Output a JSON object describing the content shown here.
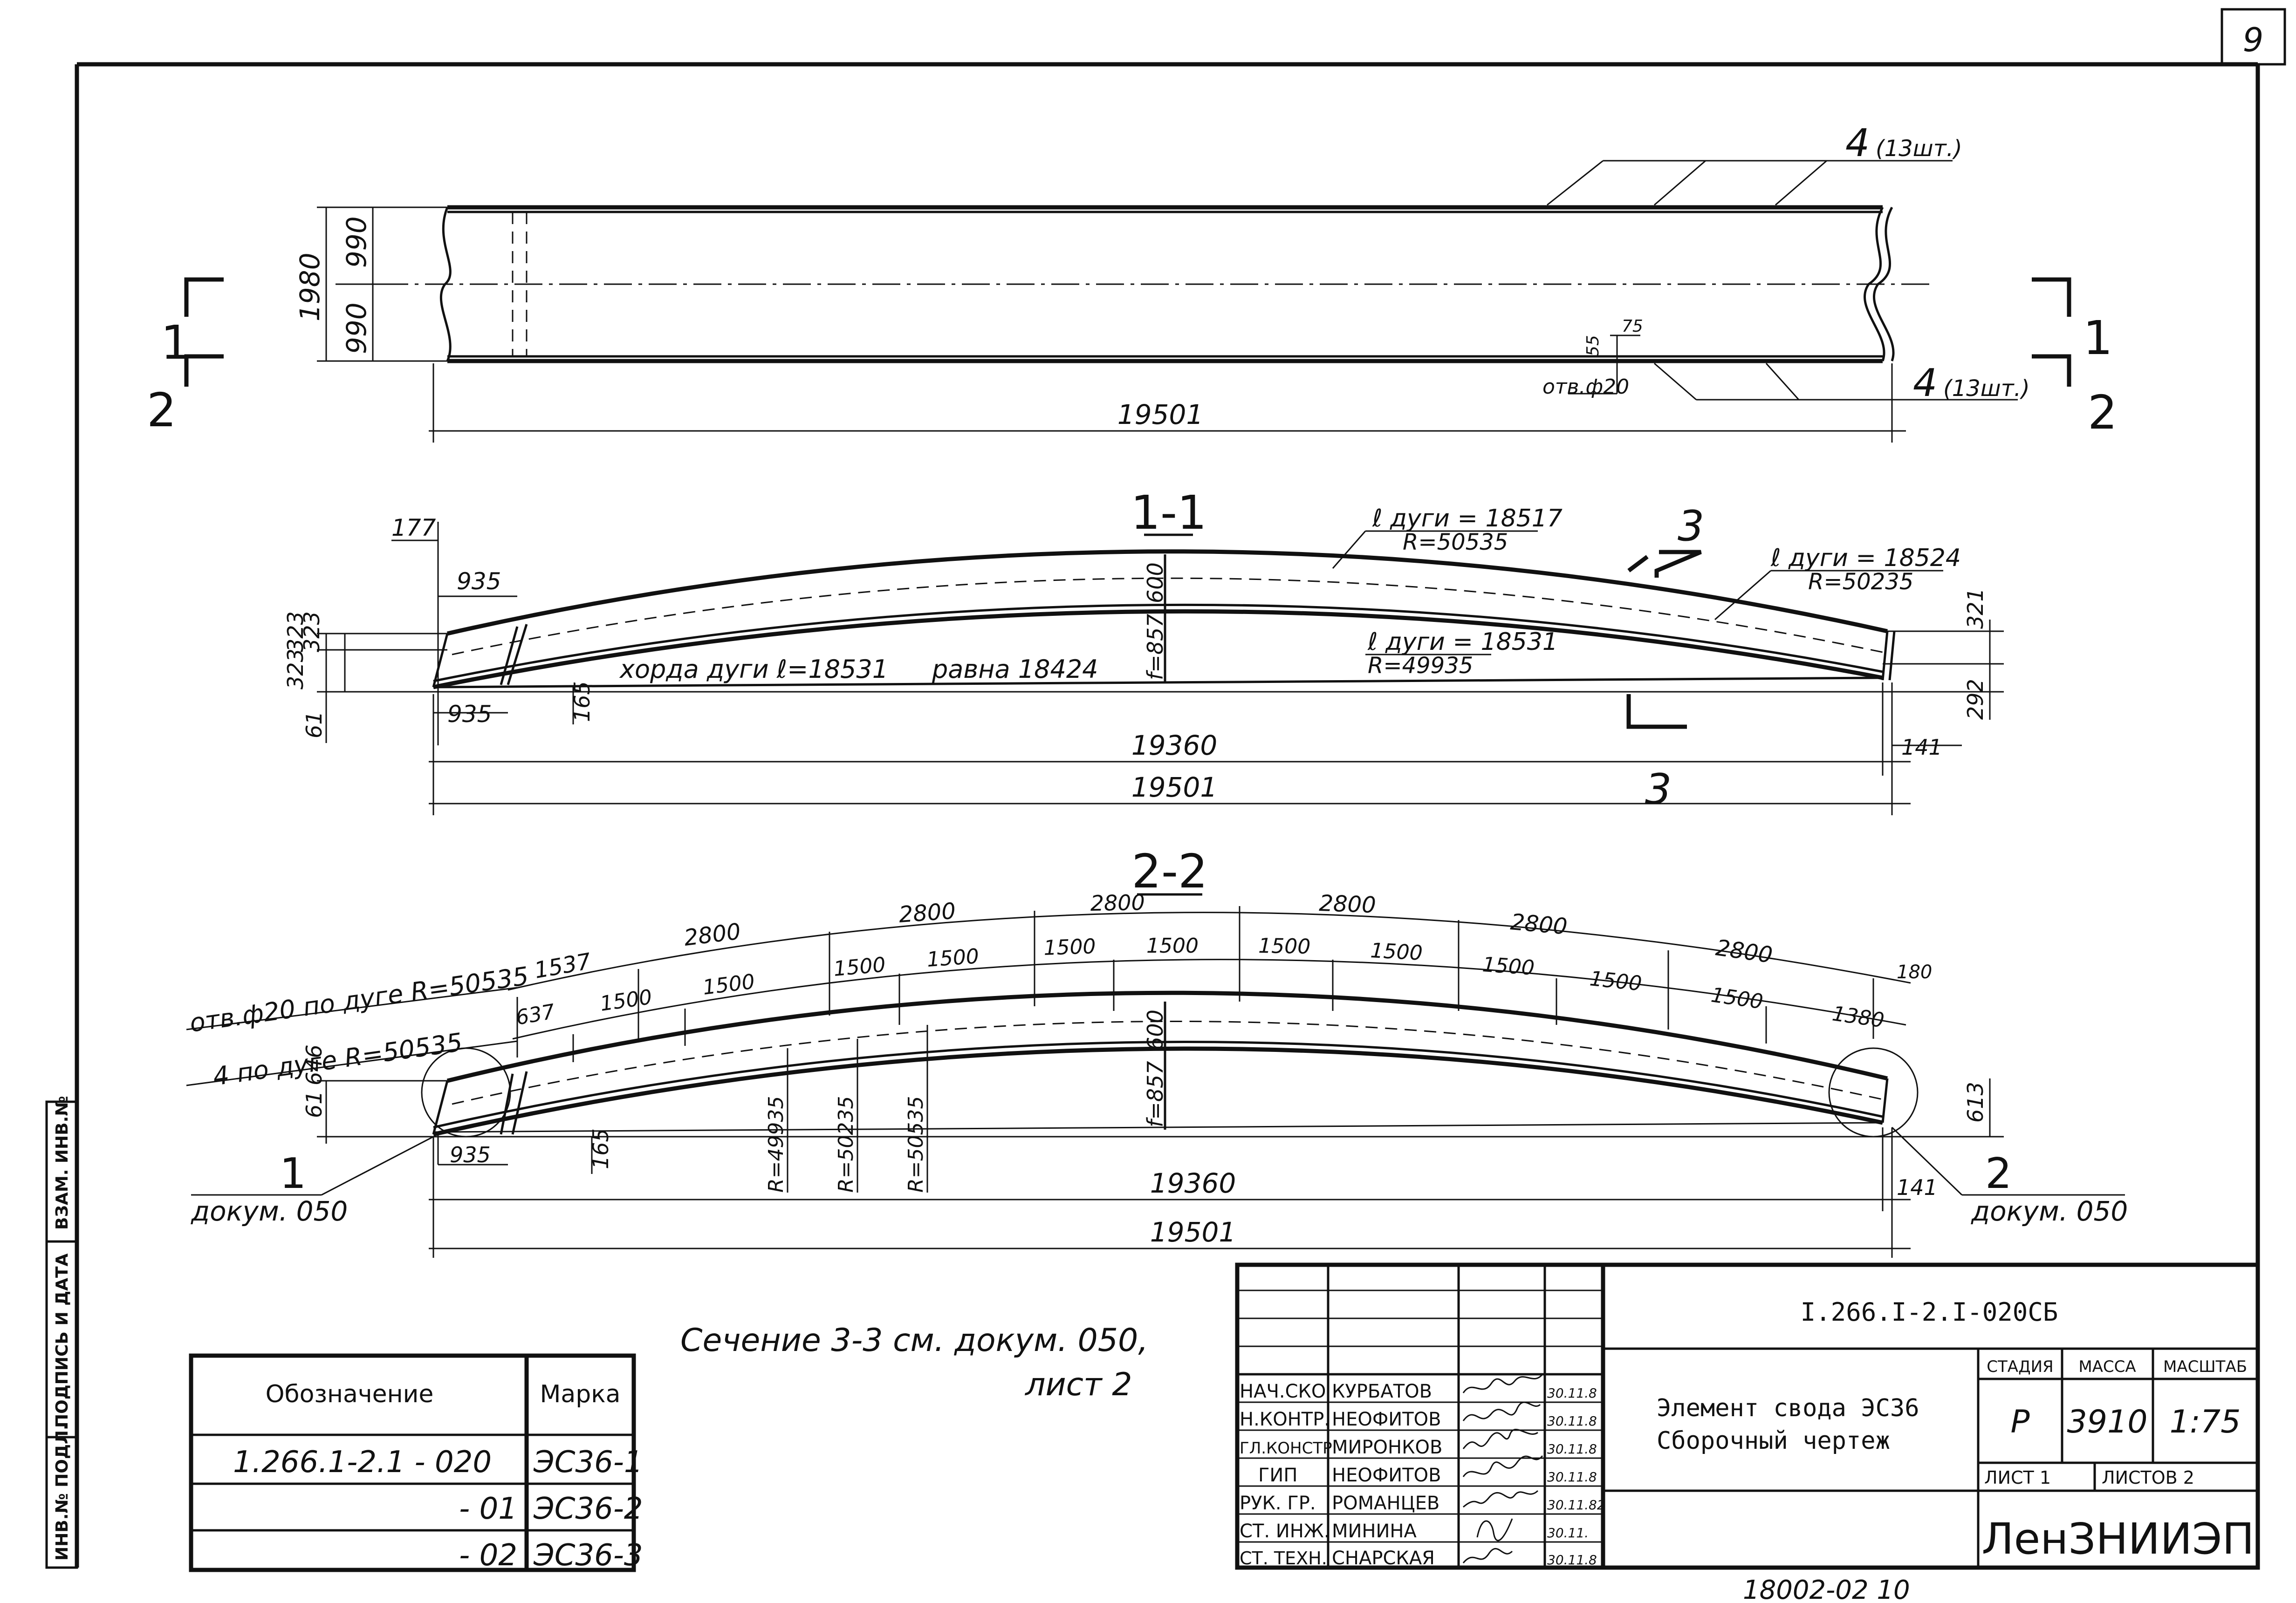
{
  "page": {
    "sheet_number": "9"
  },
  "plan_view": {
    "top_bolts": "4",
    "top_bolts_count": "(13шт.)",
    "bottom_bolts": "4",
    "bottom_bolts_count": "(13шт.)",
    "width_total": "1980",
    "half_top": "990",
    "half_bottom": "990",
    "hole_label": "отв.ф20",
    "dim_75": "75",
    "dim_55": "55",
    "length": "19501",
    "cut_1_left": "1",
    "cut_2_left": "2",
    "cut_1_right": "1",
    "cut_2_right": "2"
  },
  "section_1_1": {
    "title": "1-1",
    "dim_177": "177",
    "dim_935_top": "935",
    "dim_935_bottom": "935",
    "dim_323_a": "323",
    "dim_323_b": "323",
    "dim_323_c": "323",
    "dim_61": "61",
    "dim_165": "165",
    "chord_text": "хорда дуги ℓ=18531",
    "chord_equal": "равна 18424",
    "dim_600": "600",
    "dim_f857": "f=857",
    "arc_top": "ℓ дуги = 18517",
    "arc_top_r": "R=50535",
    "arc_right": "ℓ дуги = 18524",
    "arc_right_r": "R=50235",
    "arc_bottom": "ℓ дуги = 18531",
    "arc_bottom_r": "R=49935",
    "dim_321": "321",
    "dim_292": "292",
    "dim_141": "141",
    "span": "19360",
    "length": "19501",
    "cut3_top": "3",
    "cut3_bottom": "3"
  },
  "section_2_2": {
    "title": "2-2",
    "hole_note": "отв.ф20 по дуге R=50535",
    "bolt_note": "4   по дуге  R=50535",
    "upper_spacings": [
      "1537",
      "2800",
      "2800",
      "2800",
      "2800",
      "2800",
      "2800",
      "180"
    ],
    "lower_spacings": [
      "637",
      "1500",
      "1500",
      "1500",
      "1500",
      "1500",
      "1500",
      "1500",
      "1500",
      "1500",
      "1500",
      "1500",
      "1380"
    ],
    "dim_600": "600",
    "dim_f857": "f=857",
    "dim_61": "61",
    "dim_646": "646",
    "dim_935": "935",
    "dim_165": "165",
    "r1": "R=49935",
    "r2": "R=50235",
    "r3": "R=50535",
    "dim_613": "613",
    "dim_141": "141",
    "span": "19360",
    "length": "19501",
    "node1": "1",
    "node1_doc": "докум. 050",
    "node2": "2",
    "node2_doc": "докум. 050"
  },
  "notes": {
    "line1": "Сечение 3-3 см. докум. 050,",
    "line2": "лист 2"
  },
  "spec_table": {
    "header_designation": "Обозначение",
    "header_mark": "Марка",
    "rows": [
      {
        "designation": "1.266.1-2.1 - 020",
        "mark": "ЭС36-1"
      },
      {
        "designation": "- 01",
        "mark": "ЭС36-2"
      },
      {
        "designation": "- 02",
        "mark": "ЭС36-3"
      }
    ]
  },
  "side_stamp": {
    "inv_no": "ИНВ.№ ПОДЛ.",
    "sign_date": "ПОДПИСЬ И ДАТА",
    "vzam": "ВЗАМ. ИНВ.№"
  },
  "title_block": {
    "doc_code": "I.266.I-2.I-020СБ",
    "element_title": "Элемент свода ЭС36",
    "drawing_type": "Сборочный чертеж",
    "stage_label": "СТАДИЯ",
    "mass_label": "МАССА",
    "scale_label": "МАСШТАБ",
    "stage": "Р",
    "mass": "3910",
    "scale": "1:75",
    "sheet_label": "ЛИСТ 1",
    "sheets_label": "ЛИСТОВ  2",
    "organization": "ЛенЗНИИЭП",
    "bottom_code": "18002-02   10",
    "signatures": [
      {
        "role": "НАЧ.СКО",
        "name": "КУРБАТОВ",
        "date": "30.11.8"
      },
      {
        "role": "Н.КОНТР.",
        "name": "НЕОФИТОВ",
        "date": "30.11.8"
      },
      {
        "role": "ГЛ.КОНСТР",
        "name": "МИРОНКОВ",
        "date": "30.11.8"
      },
      {
        "role": "ГИП",
        "name": "НЕОФИТОВ",
        "date": "30.11.8"
      },
      {
        "role": "РУК. ГР.",
        "name": "РОМАНЦЕВ",
        "date": "30.11.82"
      },
      {
        "role": "СТ. ИНЖ.",
        "name": "МИНИНА",
        "date": "30.11."
      },
      {
        "role": "СТ. ТЕХН.",
        "name": "СНАРСКАЯ",
        "date": "30.11.8"
      }
    ]
  }
}
